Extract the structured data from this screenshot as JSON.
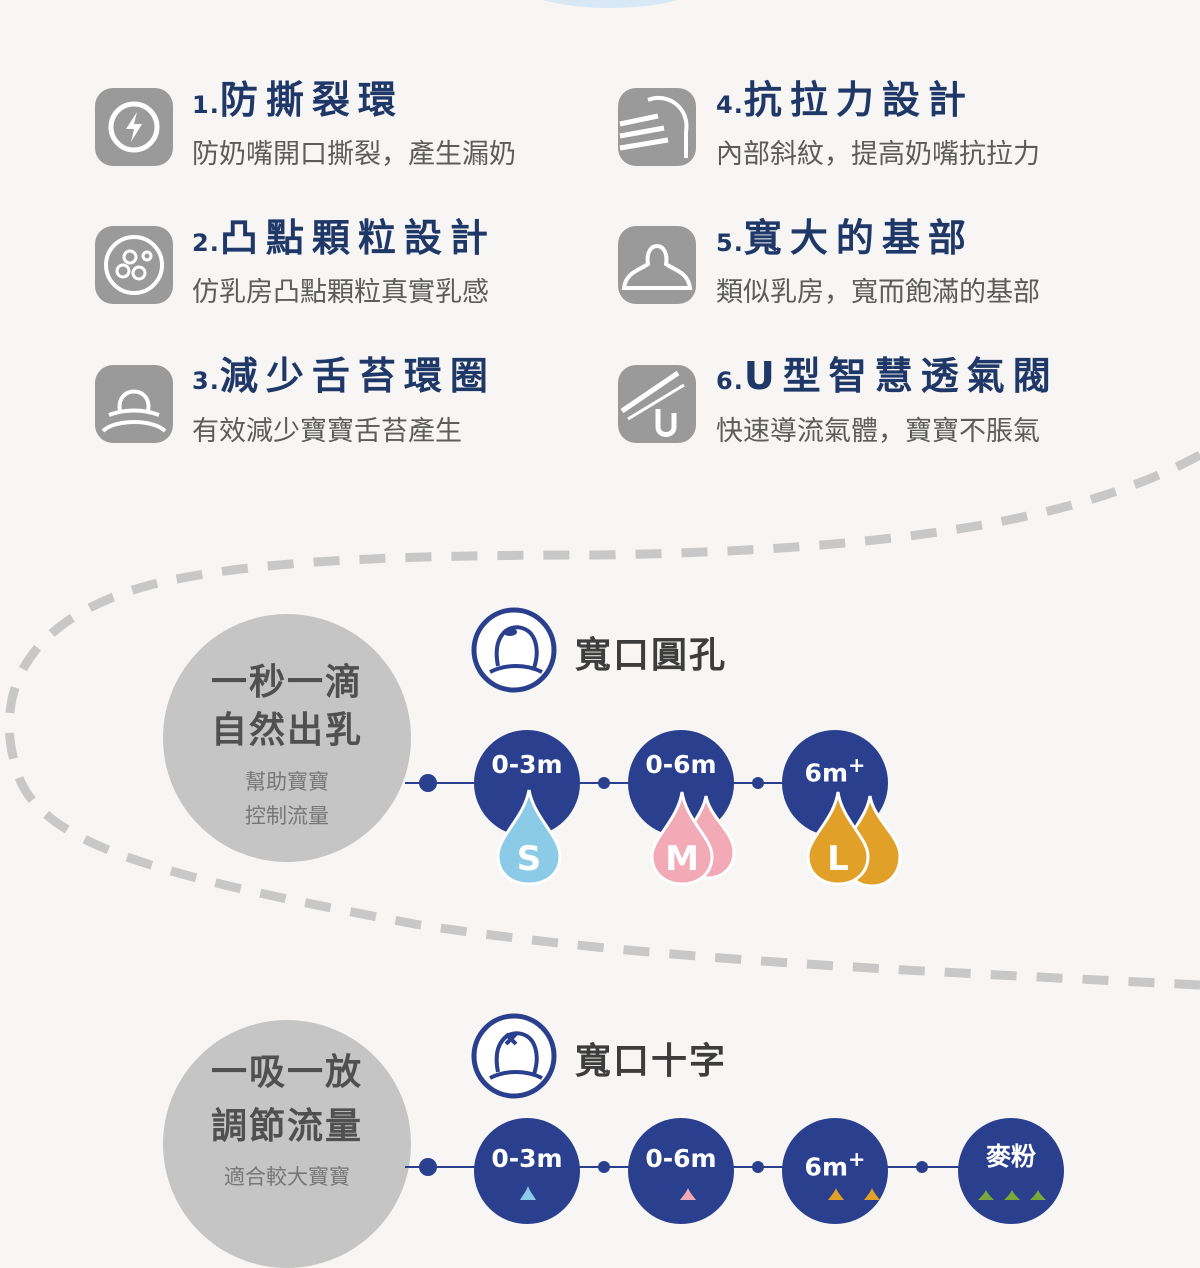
{
  "features": [
    {
      "num": "1.",
      "title": "防撕裂環",
      "desc": "防奶嘴開口撕裂，產生漏奶",
      "icon": "lightning-icon"
    },
    {
      "num": "2.",
      "title": "凸點顆粒設計",
      "desc": "仿乳房凸點顆粒真實乳感",
      "icon": "dotted-texture-icon"
    },
    {
      "num": "3.",
      "title": "減少舌苔環圈",
      "desc": "有效減少寶寶舌苔產生",
      "icon": "ring-nipple-icon"
    },
    {
      "num": "4.",
      "title": "抗拉力設計",
      "desc": "內部斜紋，提高奶嘴抗拉力",
      "icon": "diagonal-stripe-icon"
    },
    {
      "num": "5.",
      "title": "寬大的基部",
      "desc": "類似乳房，寬而飽滿的基部",
      "icon": "wide-base-icon"
    },
    {
      "num": "6.",
      "title": "U型智慧透氣閥",
      "desc": "快速導流氣體，寶寶不脹氣",
      "icon": "u-valve-icon"
    }
  ],
  "flow_section": {
    "main_lines": [
      "一秒一滴",
      "自然出乳"
    ],
    "sub_lines": [
      "幫助寶寶",
      "控制流量"
    ],
    "type_title": "寬口圓孔",
    "type_icon": "round-hole-nipple-icon",
    "sizes": [
      {
        "label": "0-3m",
        "letter": "S",
        "color": "#8ccbe8"
      },
      {
        "label": "0-6m",
        "letter": "M",
        "color": "#f2aab6"
      },
      {
        "label": "6m",
        "sup": "+",
        "letter": "L",
        "color": "#e1a028"
      }
    ]
  },
  "cross_section": {
    "main_lines": [
      "一吸一放",
      "調節流量"
    ],
    "sub_lines": [
      "適合較大寶寶"
    ],
    "type_title": "寬口十字",
    "type_icon": "cross-hole-nipple-icon",
    "sizes": [
      {
        "label": "0-3m",
        "color": "#8ccbe8"
      },
      {
        "label": "0-6m",
        "color": "#f2aab6"
      },
      {
        "label": "6m",
        "sup": "+",
        "color": "#e1a028"
      },
      {
        "label": "麥粉",
        "color": "#7aa83a"
      }
    ]
  }
}
